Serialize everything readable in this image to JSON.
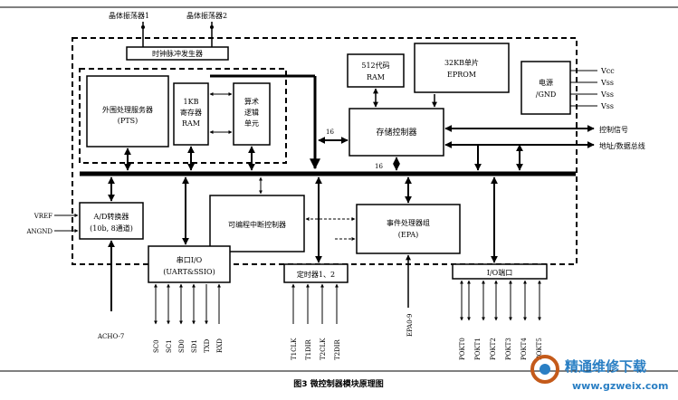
{
  "caption": "图3 微控制器模块原理图",
  "crystals": {
    "osc1": "晶体振荡器1",
    "osc2": "晶体振荡器2"
  },
  "blocks": {
    "clock": "时钟脉冲发生器",
    "pts": {
      "line1": "外围处理服务器",
      "line2": "(PTS)"
    },
    "ram": {
      "line1": "1KB",
      "line2": "寄存器",
      "line3": "RAM"
    },
    "alu": {
      "line1": "算术",
      "line2": "逻辑",
      "line3": "单元"
    },
    "code_ram": {
      "line1": "512代码",
      "line2": "RAM"
    },
    "eprom": {
      "line1": "32KB单片",
      "line2": "EPROM"
    },
    "power": {
      "line1": "电源",
      "line2": "/GND"
    },
    "mem_ctrl": "存储控制器",
    "adc": {
      "line1": "A/D转换器",
      "line2": "(10b, 8通道)"
    },
    "interrupt": "可编程中断控制器",
    "epa": {
      "line1": "事件处理器组",
      "line2": "(EPA)"
    },
    "serial": {
      "line1": "串口I/O",
      "line2": "(UART&SSIO)"
    },
    "timer": "定时器1、2",
    "io_port": "I/O端口"
  },
  "signals": {
    "power": [
      "Vcc",
      "Vss",
      "Vss",
      "Vss"
    ],
    "control": "控制信号",
    "address_bus": "地址/数据总线",
    "vref": "VREF",
    "angnd": "ANGND",
    "ach": "ACHO-7",
    "serial_pins": [
      "SC0",
      "SC1",
      "SD0",
      "SD1",
      "TXD",
      "RXD"
    ],
    "timer_pins": [
      "T1CLK",
      "T1DIR",
      "T2CLK",
      "T2DIR"
    ],
    "epa_pins": "EPA0-9",
    "port_pins": [
      "POKT0",
      "POKT1",
      "POKT2",
      "POKT3",
      "POKT4",
      "POKT5"
    ]
  },
  "bus_widths": {
    "mem": "16",
    "main": "16"
  },
  "watermark": {
    "brand": "精通维修下载",
    "url": "www.gzweix.com"
  }
}
